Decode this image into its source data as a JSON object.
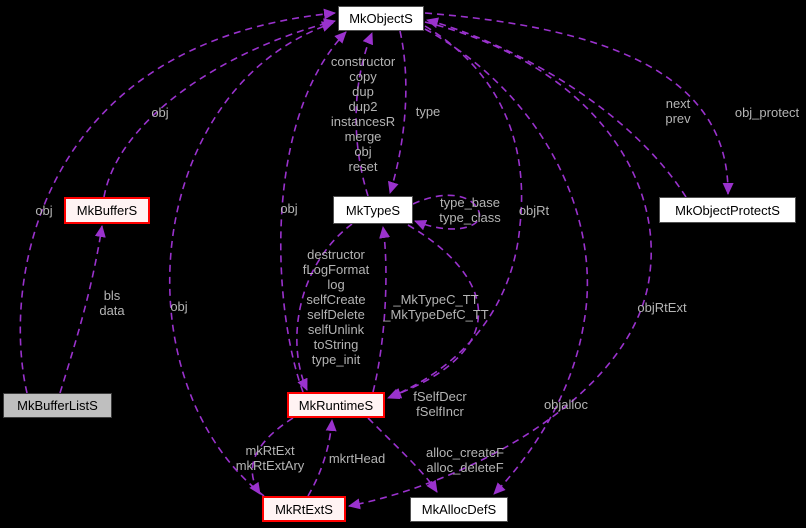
{
  "diagram": {
    "kind": "doxygen-collaboration-graph",
    "background_color": "#000000",
    "edge_color": "#9a32cd",
    "edge_label_color": "#b4b4b4",
    "node_fill": "#ffffff",
    "node_border": "#4f4f4f",
    "highlight_border": "#ff0000",
    "highlight_fill": "#fff3f3",
    "current_node_fill": "#bfbfbf"
  },
  "nodes": {
    "mkobjects": {
      "label": "MkObjectS"
    },
    "mkbuffers": {
      "label": "MkBufferS"
    },
    "mktypes": {
      "label": "MkTypeS"
    },
    "mkobjectprotects": {
      "label": "MkObjectProtectS"
    },
    "mkbufferlists": {
      "label": "MkBufferListS"
    },
    "mkruntimes": {
      "label": "MkRuntimeS"
    },
    "mkrtexts": {
      "label": "MkRtExtS"
    },
    "mkallocdefs": {
      "label": "MkAllocDefS"
    }
  },
  "edge_labels": {
    "constructor_stack": "constructor\ncopy\ndup\ndup2\ninstancesR\nmerge\nobj\nreset",
    "type": "type",
    "obj_buffer": "obj",
    "obj_bufferlist": "obj",
    "obj_runtime": "obj",
    "obj_rtext": "obj",
    "bls_data": "bls\ndata",
    "next_prev": "next\nprev",
    "obj_protect": "obj_protect",
    "type_base_class": "type_base\ntype_class",
    "objrt": "objRt",
    "objrtext": "objRtExt",
    "objalloc": "objalloc",
    "destructor_stack": "destructor\nfLogFormat\nlog\nselfCreate\nselfDelete\nselfUnlink\ntoString\ntype_init",
    "mktypec_tt": "_MkTypeC_TT\n_MkTypeDefC_TT",
    "fself": "fSelfDecr\nfSelfIncr",
    "mkrthead": "mkrtHead",
    "mkrtext_ary": "mkRtExt\nmkRtExtAry",
    "alloc_f": "alloc_createF\nalloc_deleteF"
  }
}
